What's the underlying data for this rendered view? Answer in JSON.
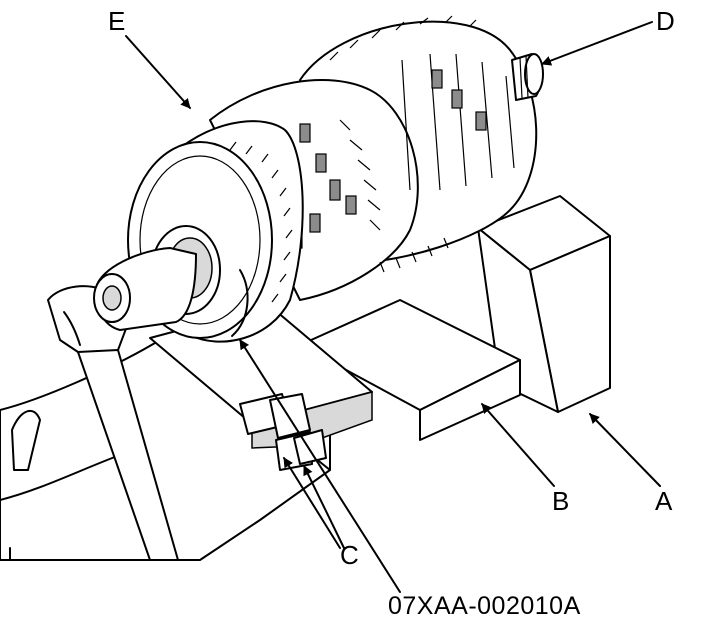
{
  "callouts": {
    "a": "A",
    "b": "B",
    "c": "C",
    "d": "D",
    "e": "E"
  },
  "figure_id": "07XAA-002010A"
}
